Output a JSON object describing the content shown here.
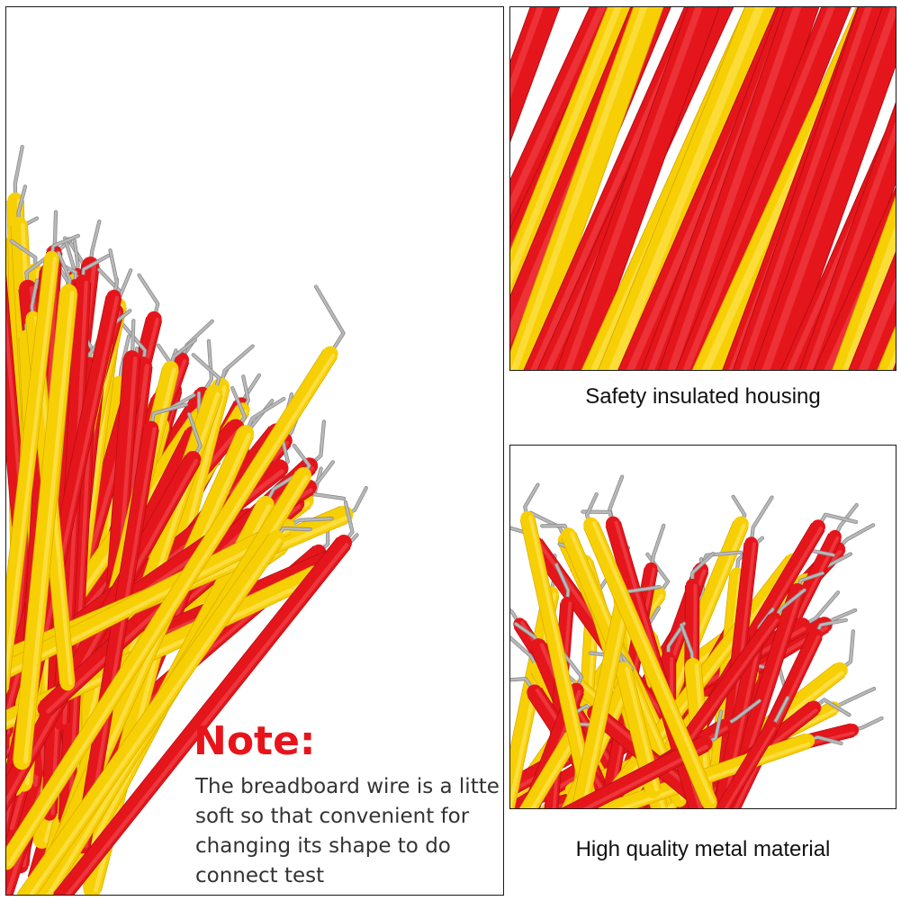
{
  "panels": {
    "left": {
      "note": {
        "title": "Note:",
        "body": "The breadboard wire is a litte soft so that convenient for changing its shape to do connect test"
      }
    },
    "top_right": {
      "caption": "Safety insulated housing"
    },
    "bottom_right": {
      "caption": "High quality metal material"
    }
  },
  "colors": {
    "wire_red": "#e4161b",
    "wire_red_dark": "#b50c12",
    "wire_yellow": "#f7cf05",
    "wire_yellow_light": "#ffe55a",
    "metal": "#b9b9b9",
    "metal_dark": "#8a8a8a",
    "note_title": "#e8141b",
    "text": "#333333"
  },
  "icons": [
    "wire-bundle-image",
    "wire-closeup-image",
    "wire-tips-image"
  ]
}
